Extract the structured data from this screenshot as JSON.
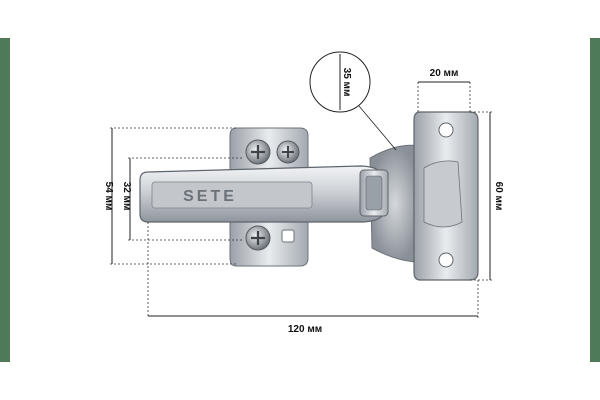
{
  "product": {
    "brand_mark": "SETE"
  },
  "dimensions": {
    "top_width": "20 мм",
    "cup_diameter": "35 мм",
    "height_right": "60 мм",
    "plate_outer": "54 мм",
    "plate_inner": "32 мм",
    "total_length": "120 мм"
  },
  "colors": {
    "border": "#4e7a5a",
    "panel": "#ffffff",
    "metal_light": "#e4e7ea",
    "metal_mid": "#b9bec4",
    "metal_dark": "#7d838a"
  }
}
